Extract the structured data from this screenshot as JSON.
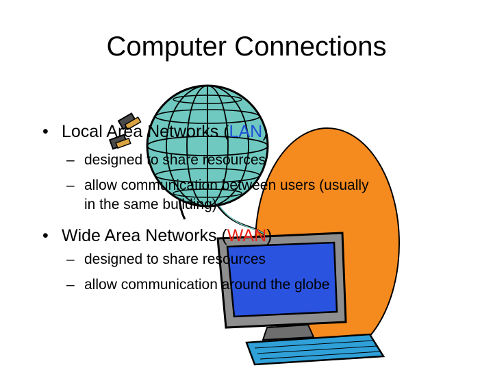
{
  "slide": {
    "title": "Computer Connections",
    "bullets": [
      {
        "bullet": "•",
        "text_prefix": "Local Area Networks (",
        "acronym": "LAN",
        "acronym_color": "#1f4fd6",
        "text_suffix": ")",
        "subpoints": [
          {
            "dash": "–",
            "text": "designed to share resources"
          },
          {
            "dash": "–",
            "text": "allow communication between users (usually",
            "continuation": "in the same building)"
          }
        ]
      },
      {
        "bullet": "•",
        "text_prefix": "Wide Area Networks (",
        "acronym": "WAN",
        "acronym_color": "#e8241b",
        "text_suffix": ")",
        "subpoints": [
          {
            "dash": "–",
            "text": "designed to share resources"
          },
          {
            "dash": "–",
            "text": "allow communication around the globe"
          }
        ]
      }
    ],
    "clipart": {
      "description_icon": "globe-computer-network-icon",
      "colors": {
        "orange_disc": "#f58a1f",
        "globe": "#6fc9c0",
        "monitor_screen": "#2a53e0",
        "monitor_body": "#8e8e8e",
        "keyboard": "#2fa0d8"
      }
    }
  }
}
